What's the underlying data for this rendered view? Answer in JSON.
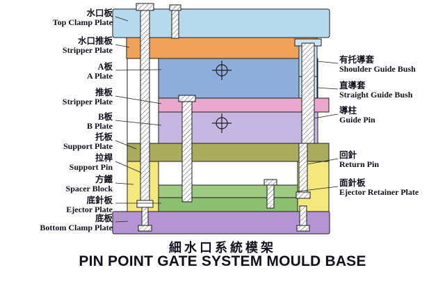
{
  "title": {
    "chinese": "細水口系統模架",
    "english": "PIN POINT GATE SYSTEM MOULD BASE"
  },
  "left_labels": [
    {
      "zh": "水口板",
      "en": "Top Clamp Plate"
    },
    {
      "zh": "水口推板",
      "en": "Stripper Plate"
    },
    {
      "zh": "A板",
      "en": "A Plate"
    },
    {
      "zh": "推板",
      "en": "Stripper Plate"
    },
    {
      "zh": "B板",
      "en": "B Plate"
    },
    {
      "zh": "托板",
      "en": "Support Plate"
    },
    {
      "zh": "拉桿",
      "en": "Support Pin"
    },
    {
      "zh": "方鐵",
      "en": "Spacer Block"
    },
    {
      "zh": "底針板",
      "en": "Ejector Plate"
    },
    {
      "zh": "底板",
      "en": "Bottom Clamp Plate"
    }
  ],
  "right_labels": [
    {
      "zh": "有托導套",
      "en": "Shoulder Guide Bush"
    },
    {
      "zh": "直導套",
      "en": "Straight Guide Bush"
    },
    {
      "zh": "導柱",
      "en": "Guide Pin"
    },
    {
      "zh": "回針",
      "en": "Return Pin"
    },
    {
      "zh": "面針板",
      "en": "Ejector Retainer Plate"
    }
  ],
  "colors": {
    "top_clamp_plate": "#b5d9ed",
    "stripper_plate_top": "#efa258",
    "a_plate": "#8fadda",
    "stripper_plate_mid": "#eaa8cc",
    "b_plate": "#c6b7e2",
    "support_plate": "#abab5e",
    "spacer_block": "#f4e87c",
    "ejector_retainer_plate": "#9dc981",
    "ejector_plate": "#8cbf70",
    "bottom_clamp_plate": "#b494d2",
    "guide_bush": "#cfe4f2",
    "outline": "#1d1d1d"
  }
}
